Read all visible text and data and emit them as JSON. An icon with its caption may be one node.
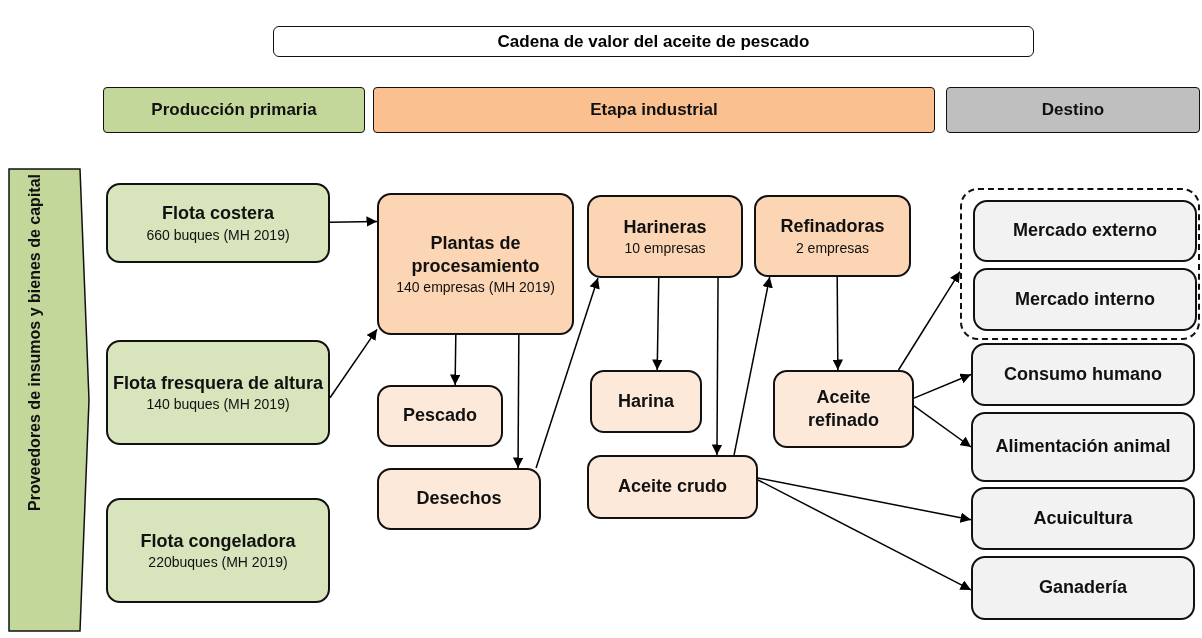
{
  "diagram": {
    "title": "Cadena de valor del aceite de pescado",
    "nodes": [
      {
        "text": [
          "Producción primaria"
        ]
      },
      {
        "text": [
          "Etapa industrial"
        ]
      },
      {
        "text": [
          "Destino"
        ]
      },
      {
        "text": [
          "Proveedores de insumos y bienes de capital"
        ]
      },
      {
        "text": [
          "Flota costera",
          "660 buques (MH 2019)"
        ]
      },
      {
        "text": [
          "Flota fresquera de altura",
          "140 buques (MH 2019)"
        ]
      },
      {
        "text": [
          "Flota congeladora",
          "220buques (MH 2019)"
        ]
      },
      {
        "text": [
          "Plantas de procesamiento",
          "140 empresas (MH 2019)"
        ]
      },
      {
        "text": [
          "Pescado"
        ]
      },
      {
        "text": [
          "Desechos"
        ]
      },
      {
        "text": [
          "Harineras",
          "10 empresas"
        ]
      },
      {
        "text": [
          "Harina"
        ]
      },
      {
        "text": [
          "Aceite crudo"
        ]
      },
      {
        "text": [
          "Refinadoras",
          "2 empresas"
        ]
      },
      {
        "text": [
          "Aceite refinado"
        ]
      },
      {
        "text": [],
        "shape": "box"
      },
      {
        "text": [
          "Mercado externo"
        ],
        "in": 15
      },
      {
        "text": [
          "Mercado interno"
        ],
        "in": 15
      },
      {
        "text": [
          "Consumo humano"
        ]
      },
      {
        "text": [
          "Alimentación animal"
        ]
      },
      {
        "text": [
          "Acuicultura"
        ]
      },
      {
        "text": [
          "Ganadería"
        ]
      }
    ],
    "edges": [
      {
        "from": 4,
        "to": 7,
        "arrow": "to"
      },
      {
        "from": 5,
        "to": 7,
        "arrow": "to"
      },
      {
        "from": 7,
        "to": 8,
        "arrow": "to"
      },
      {
        "from": 7,
        "to": 9,
        "arrow": "to"
      },
      {
        "from": 9,
        "to": 10,
        "arrow": "to"
      },
      {
        "from": 10,
        "to": 11,
        "arrow": "to"
      },
      {
        "from": 10,
        "to": 12,
        "arrow": "to"
      },
      {
        "from": 12,
        "to": 13,
        "arrow": "to"
      },
      {
        "from": 13,
        "to": 14,
        "arrow": "to"
      },
      {
        "from": 14,
        "to": 15,
        "arrow": "to"
      },
      {
        "from": 14,
        "to": 18,
        "arrow": "to"
      },
      {
        "from": 14,
        "to": 19,
        "arrow": "to"
      },
      {
        "from": 12,
        "to": 20,
        "arrow": "to"
      },
      {
        "from": 12,
        "to": 21,
        "arrow": "to"
      }
    ]
  }
}
